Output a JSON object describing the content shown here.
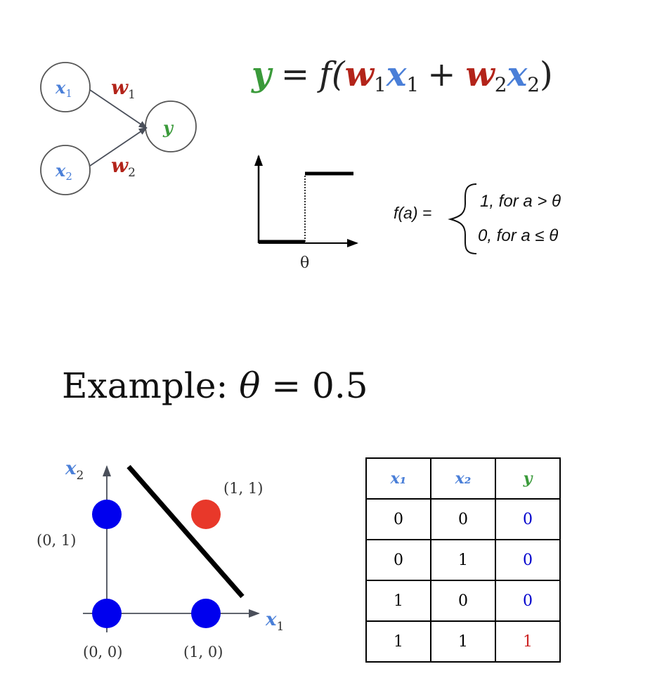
{
  "colors": {
    "input_blue": "#4a7fd8",
    "weight_red": "#b3241a",
    "output_green": "#3a9a3a",
    "point_blue": "#0000ee",
    "point_red": "#e8382a",
    "zero_blue": "#0000cc",
    "one_red": "#cc2222"
  },
  "network": {
    "x": "x",
    "x1_sub": "1",
    "x2_sub": "2",
    "w": "w",
    "w1_sub": "1",
    "w2_sub": "2",
    "y": "y"
  },
  "equation": {
    "y": "y",
    "eq": "=",
    "f": "f(",
    "w": "w",
    "x": "x",
    "sub1": "1",
    "sub2": "2",
    "plus": "+",
    "close": ")"
  },
  "step": {
    "theta_label": "θ",
    "f_of_a": "f(a) =",
    "case1": "1, for a  > θ",
    "case2": "0, for a ≤ θ"
  },
  "example": {
    "prefix": "Example: ",
    "theta": "θ",
    "rest": " = 0.5"
  },
  "plot": {
    "axis_x": "x",
    "axis_x_sub": "1",
    "axis_y": "x",
    "axis_y_sub": "2",
    "points": [
      {
        "label": "(0, 0)",
        "x": 0,
        "y": 0,
        "output": 0
      },
      {
        "label": "(1, 0)",
        "x": 1,
        "y": 0,
        "output": 0
      },
      {
        "label": "(0, 1)",
        "x": 0,
        "y": 1,
        "output": 0
      },
      {
        "label": "(1, 1)",
        "x": 1,
        "y": 1,
        "output": 1
      }
    ]
  },
  "table": {
    "headers": [
      "x₁",
      "x₂",
      "y"
    ],
    "rows": [
      [
        "0",
        "0",
        "0"
      ],
      [
        "0",
        "1",
        "0"
      ],
      [
        "1",
        "0",
        "0"
      ],
      [
        "1",
        "1",
        "1"
      ]
    ]
  }
}
